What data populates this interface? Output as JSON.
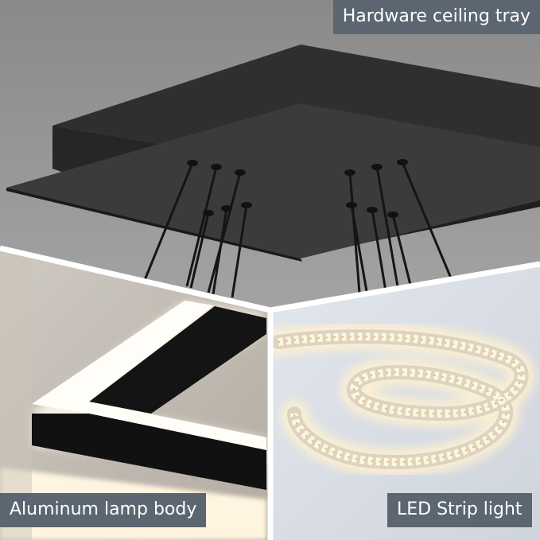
{
  "captions": {
    "tray": "Hardware ceiling tray",
    "body": "Aluminum lamp body",
    "strip": "LED Strip light"
  },
  "colors": {
    "caption_bg": "#5b6670",
    "caption_text": "#ffffff",
    "tray_top": "#3a3a3a",
    "tray_side": "#2b2b2b",
    "tray_plate": "#1e1e1e",
    "led_warm": "#fff3d2",
    "divider": "#ffffff"
  }
}
